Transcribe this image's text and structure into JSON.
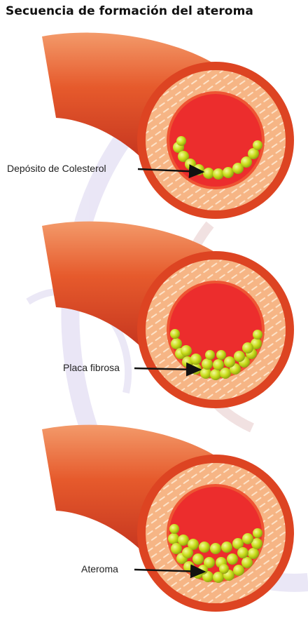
{
  "title": "Secuencia de formación del ateroma",
  "stages": [
    {
      "label": "Depósito de Colesterol"
    },
    {
      "label": "Placa fibrosa"
    },
    {
      "label": "Ateroma"
    }
  ],
  "colors": {
    "artery_wall": "#e8542a",
    "artery_outer": "#d83a20",
    "media_layer": "#f3b07c",
    "lumen": "#ec2d2d",
    "plaque": "#c9dd1a",
    "watermark": "#c9c3e6"
  }
}
